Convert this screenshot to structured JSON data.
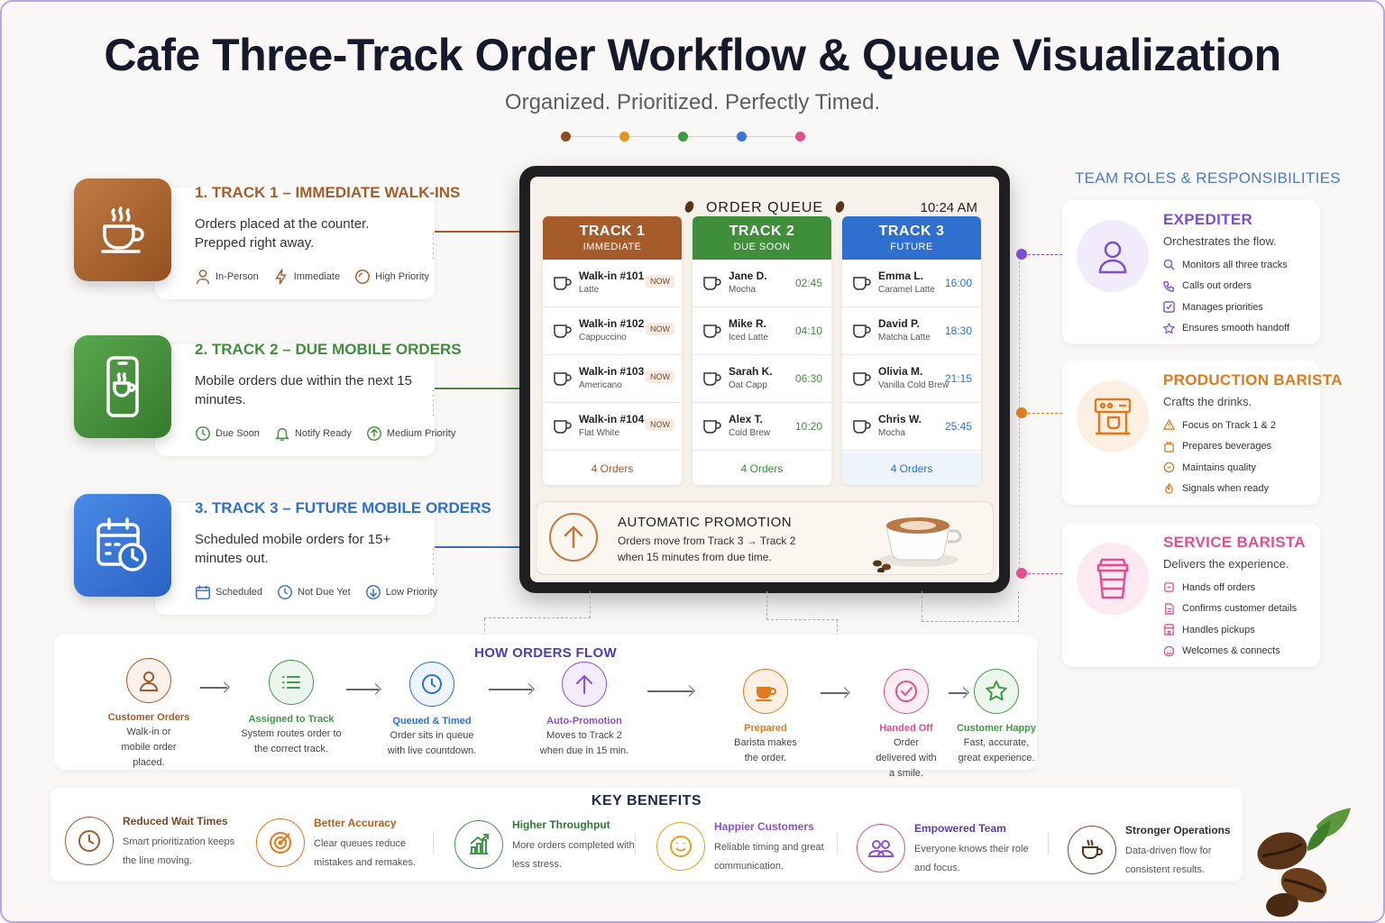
{
  "header": {
    "title": "Cafe Three-Track Order Workflow & Queue Visualization",
    "subtitle": "Organized. Prioritized. Perfectly Timed.",
    "dot_colors": [
      "#8a4e27",
      "#e8931f",
      "#3f9a45",
      "#3a76d6",
      "#e0508f"
    ]
  },
  "tracks": [
    {
      "title": "1. TRACK 1 – IMMEDIATE WALK-INS",
      "desc": "Orders placed at the counter. Prepped right away.",
      "color": "#a55b2a",
      "icon": "coffee-cup-icon",
      "tags": [
        {
          "icon": "person-icon",
          "label": "In-Person"
        },
        {
          "icon": "lightning-icon",
          "label": "Immediate"
        },
        {
          "icon": "priority-ring-icon",
          "label": "High Priority"
        }
      ]
    },
    {
      "title": "2. TRACK 2 – DUE MOBILE ORDERS",
      "desc": "Mobile orders due within the next 15 minutes.",
      "color": "#3f8f3a",
      "icon": "mobile-phone-icon",
      "tags": [
        {
          "icon": "clock-icon",
          "label": "Due Soon"
        },
        {
          "icon": "bell-icon",
          "label": "Notify Ready"
        },
        {
          "icon": "up-arrow-circle-icon",
          "label": "Medium Priority"
        }
      ]
    },
    {
      "title": "3. TRACK 3 – FUTURE MOBILE ORDERS",
      "desc": "Scheduled mobile orders for 15+ minutes out.",
      "color": "#2f6fd0",
      "icon": "calendar-clock-icon",
      "tags": [
        {
          "icon": "calendar-icon",
          "label": "Scheduled"
        },
        {
          "icon": "clock-icon",
          "label": "Not Due Yet"
        },
        {
          "icon": "down-arrow-circle-icon",
          "label": "Low Priority"
        }
      ]
    }
  ],
  "queue": {
    "title": "ORDER QUEUE",
    "time": "10:24 AM",
    "columns": [
      {
        "name": "TRACK 1",
        "sub": "IMMEDIATE",
        "color": "#a55b2a",
        "footer": "4 Orders",
        "orders": [
          {
            "name": "Walk-in #101",
            "item": "Latte",
            "status": "NOW"
          },
          {
            "name": "Walk-in #102",
            "item": "Cappuccino",
            "status": "NOW"
          },
          {
            "name": "Walk-in #103",
            "item": "Americano",
            "status": "NOW"
          },
          {
            "name": "Walk-in #104",
            "item": "Flat White",
            "status": "NOW"
          }
        ]
      },
      {
        "name": "TRACK 2",
        "sub": "DUE SOON",
        "color": "#3f8f3a",
        "footer": "4 Orders",
        "orders": [
          {
            "name": "Jane D.",
            "item": "Mocha",
            "status": "02:45"
          },
          {
            "name": "Mike R.",
            "item": "Iced Latte",
            "status": "04:10"
          },
          {
            "name": "Sarah K.",
            "item": "Oat Capp",
            "status": "06:30"
          },
          {
            "name": "Alex T.",
            "item": "Cold Brew",
            "status": "10:20"
          }
        ]
      },
      {
        "name": "TRACK 3",
        "sub": "FUTURE",
        "color": "#2f6fd0",
        "footer": "4 Orders",
        "orders": [
          {
            "name": "Emma L.",
            "item": "Caramel Latte",
            "status": "16:00"
          },
          {
            "name": "David P.",
            "item": "Matcha Latte",
            "status": "18:30"
          },
          {
            "name": "Olivia M.",
            "item": "Vanilla Cold Brew",
            "status": "21:15"
          },
          {
            "name": "Chris W.",
            "item": "Mocha",
            "status": "25:45"
          }
        ]
      }
    ],
    "promotion": {
      "title": "AUTOMATIC PROMOTION",
      "desc_line1": "Orders move from Track 3 → Track 2",
      "desc_line2": "when 15 minutes from due time."
    }
  },
  "roles": {
    "heading": "TEAM ROLES & RESPONSIBILITIES",
    "items": [
      {
        "title": "EXPEDITER",
        "sub": "Orchestrates the flow.",
        "color": "#7b4fd0",
        "icon": "person-icon",
        "points": [
          {
            "icon": "search-icon",
            "label": "Monitors all three tracks"
          },
          {
            "icon": "phone-icon",
            "label": "Calls out orders"
          },
          {
            "icon": "checkbox-icon",
            "label": "Manages priorities"
          },
          {
            "icon": "star-icon",
            "label": "Ensures smooth handoff"
          }
        ]
      },
      {
        "title": "PRODUCTION BARISTA",
        "sub": "Crafts the drinks.",
        "color": "#e07a1e",
        "icon": "espresso-machine-icon",
        "points": [
          {
            "icon": "warning-icon",
            "label": "Focus on Track 1 & 2"
          },
          {
            "icon": "bag-icon",
            "label": "Prepares beverages"
          },
          {
            "icon": "chat-icon",
            "label": "Maintains quality"
          },
          {
            "icon": "flame-icon",
            "label": "Signals when ready"
          }
        ]
      },
      {
        "title": "SERVICE BARISTA",
        "sub": "Delivers the experience.",
        "color": "#e0508f",
        "icon": "takeaway-cup-icon",
        "points": [
          {
            "icon": "handoff-icon",
            "label": "Hands off orders"
          },
          {
            "icon": "document-icon",
            "label": "Confirms customer details"
          },
          {
            "icon": "store-icon",
            "label": "Handles pickups"
          },
          {
            "icon": "smile-icon",
            "label": "Welcomes & connects"
          }
        ]
      }
    ]
  },
  "flow": {
    "title": "HOW ORDERS FLOW",
    "steps": [
      {
        "label": "Customer Orders",
        "desc": "Walk-in or mobile order placed.",
        "color": "#a55b2a",
        "icon": "person-icon"
      },
      {
        "label": "Assigned to Track",
        "desc": "System routes order to the correct track.",
        "color": "#3f9a45",
        "icon": "list-icon"
      },
      {
        "label": "Queued & Timed",
        "desc": "Order sits in queue with live countdown.",
        "color": "#2f6fd0",
        "icon": "clock-icon"
      },
      {
        "label": "Auto-Promotion",
        "desc": "Moves to Track 2 when due in 15 min.",
        "color": "#8a4fd6",
        "icon": "up-arrow-icon"
      },
      {
        "label": "Prepared",
        "desc": "Barista makes the order.",
        "color": "#e07a1e",
        "icon": "coffee-cup-icon"
      },
      {
        "label": "Handed Off",
        "desc": "Order delivered with a smile.",
        "color": "#e0508f",
        "icon": "check-circle-icon"
      },
      {
        "label": "Customer Happy",
        "desc": "Fast, accurate, great experience.",
        "color": "#3f9a45",
        "icon": "star-icon"
      }
    ]
  },
  "benefits": {
    "title": "KEY BENEFITS",
    "items": [
      {
        "title": "Reduced Wait Times",
        "desc": "Smart prioritization keeps the line moving.",
        "color": "#a55b2a",
        "icon": "clock-icon"
      },
      {
        "title": "Better Accuracy",
        "desc": "Clear queues reduce mistakes and remakes.",
        "color": "#e07a1e",
        "icon": "target-icon"
      },
      {
        "title": "Higher Throughput",
        "desc": "More orders completed with less stress.",
        "color": "#3f9a45",
        "icon": "growth-chart-icon"
      },
      {
        "title": "Happier Customers",
        "desc": "Reliable timing and great communication.",
        "color": "#e6a21e",
        "icon": "smile-icon"
      },
      {
        "title": "Empowered Team",
        "desc": "Everyone knows their role and focus.",
        "color": "#8a4fd6",
        "icon": "team-icon"
      },
      {
        "title": "Stronger Operations",
        "desc": "Data-driven flow for consistent results.",
        "color": "#7a4a24",
        "icon": "coffee-cup-icon"
      }
    ]
  }
}
